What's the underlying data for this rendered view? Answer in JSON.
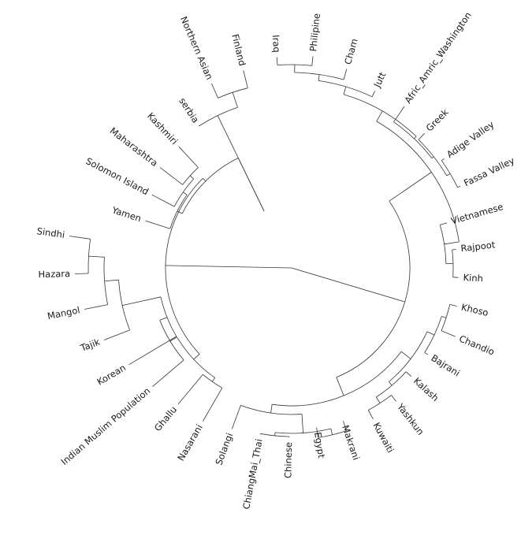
{
  "diagram": {
    "type": "circular-dendrogram",
    "taxa": [
      "Iraq",
      "Philipine",
      "Cham",
      "Jutt",
      "Afric_Amric_Washington",
      "Greek",
      "Adige Valley",
      "Fassa Valley",
      "Vietnamese",
      "Rajpoot",
      "Kinh",
      "Khoso",
      "Chandio",
      "Bajrani",
      "Kalash",
      "Yashkun",
      "Kuwaiti",
      "Makrani",
      "Egypt",
      "Chinese",
      "ChiangMai_Thai",
      "Solangi",
      "Nasarani",
      "Ghallu",
      "Indian Muslim Population",
      "Korean",
      "Tajik",
      "Mangol",
      "Hazara",
      "Sindhi",
      "Yamen",
      "Solomon Island",
      "Maharashtra",
      "Kashmiri",
      "serbia",
      "Northern Asian",
      "Finland"
    ]
  }
}
